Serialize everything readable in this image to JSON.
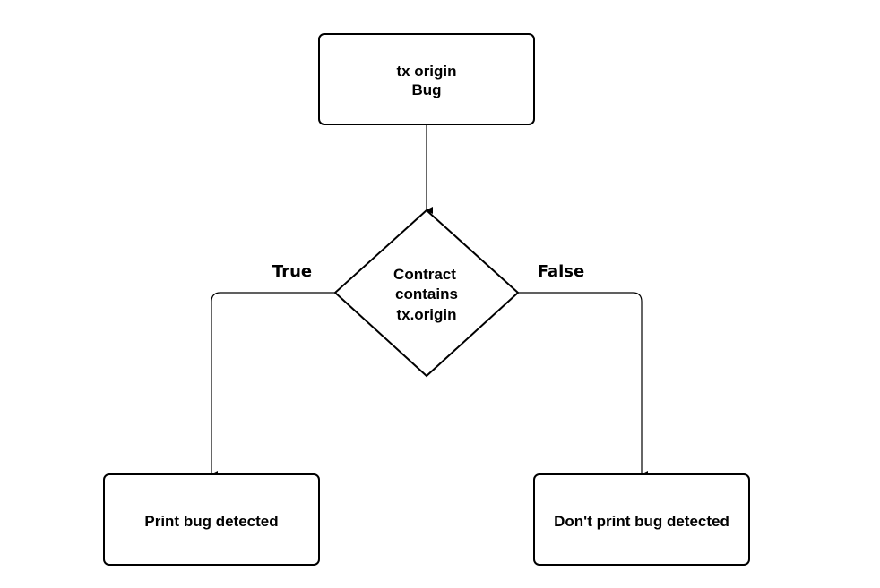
{
  "nodes": {
    "start": {
      "line1": "tx origin",
      "line2": "Bug"
    },
    "decision": {
      "line1": "Contract",
      "line2": "contains",
      "line3": "tx.origin"
    },
    "true_action": {
      "label": "Print bug detected"
    },
    "false_action": {
      "label": "Don't print bug detected"
    }
  },
  "edges": {
    "true_label": "True",
    "false_label": "False"
  },
  "colors": {
    "stroke": "#000000",
    "fill": "#ffffff",
    "text": "#000000"
  }
}
